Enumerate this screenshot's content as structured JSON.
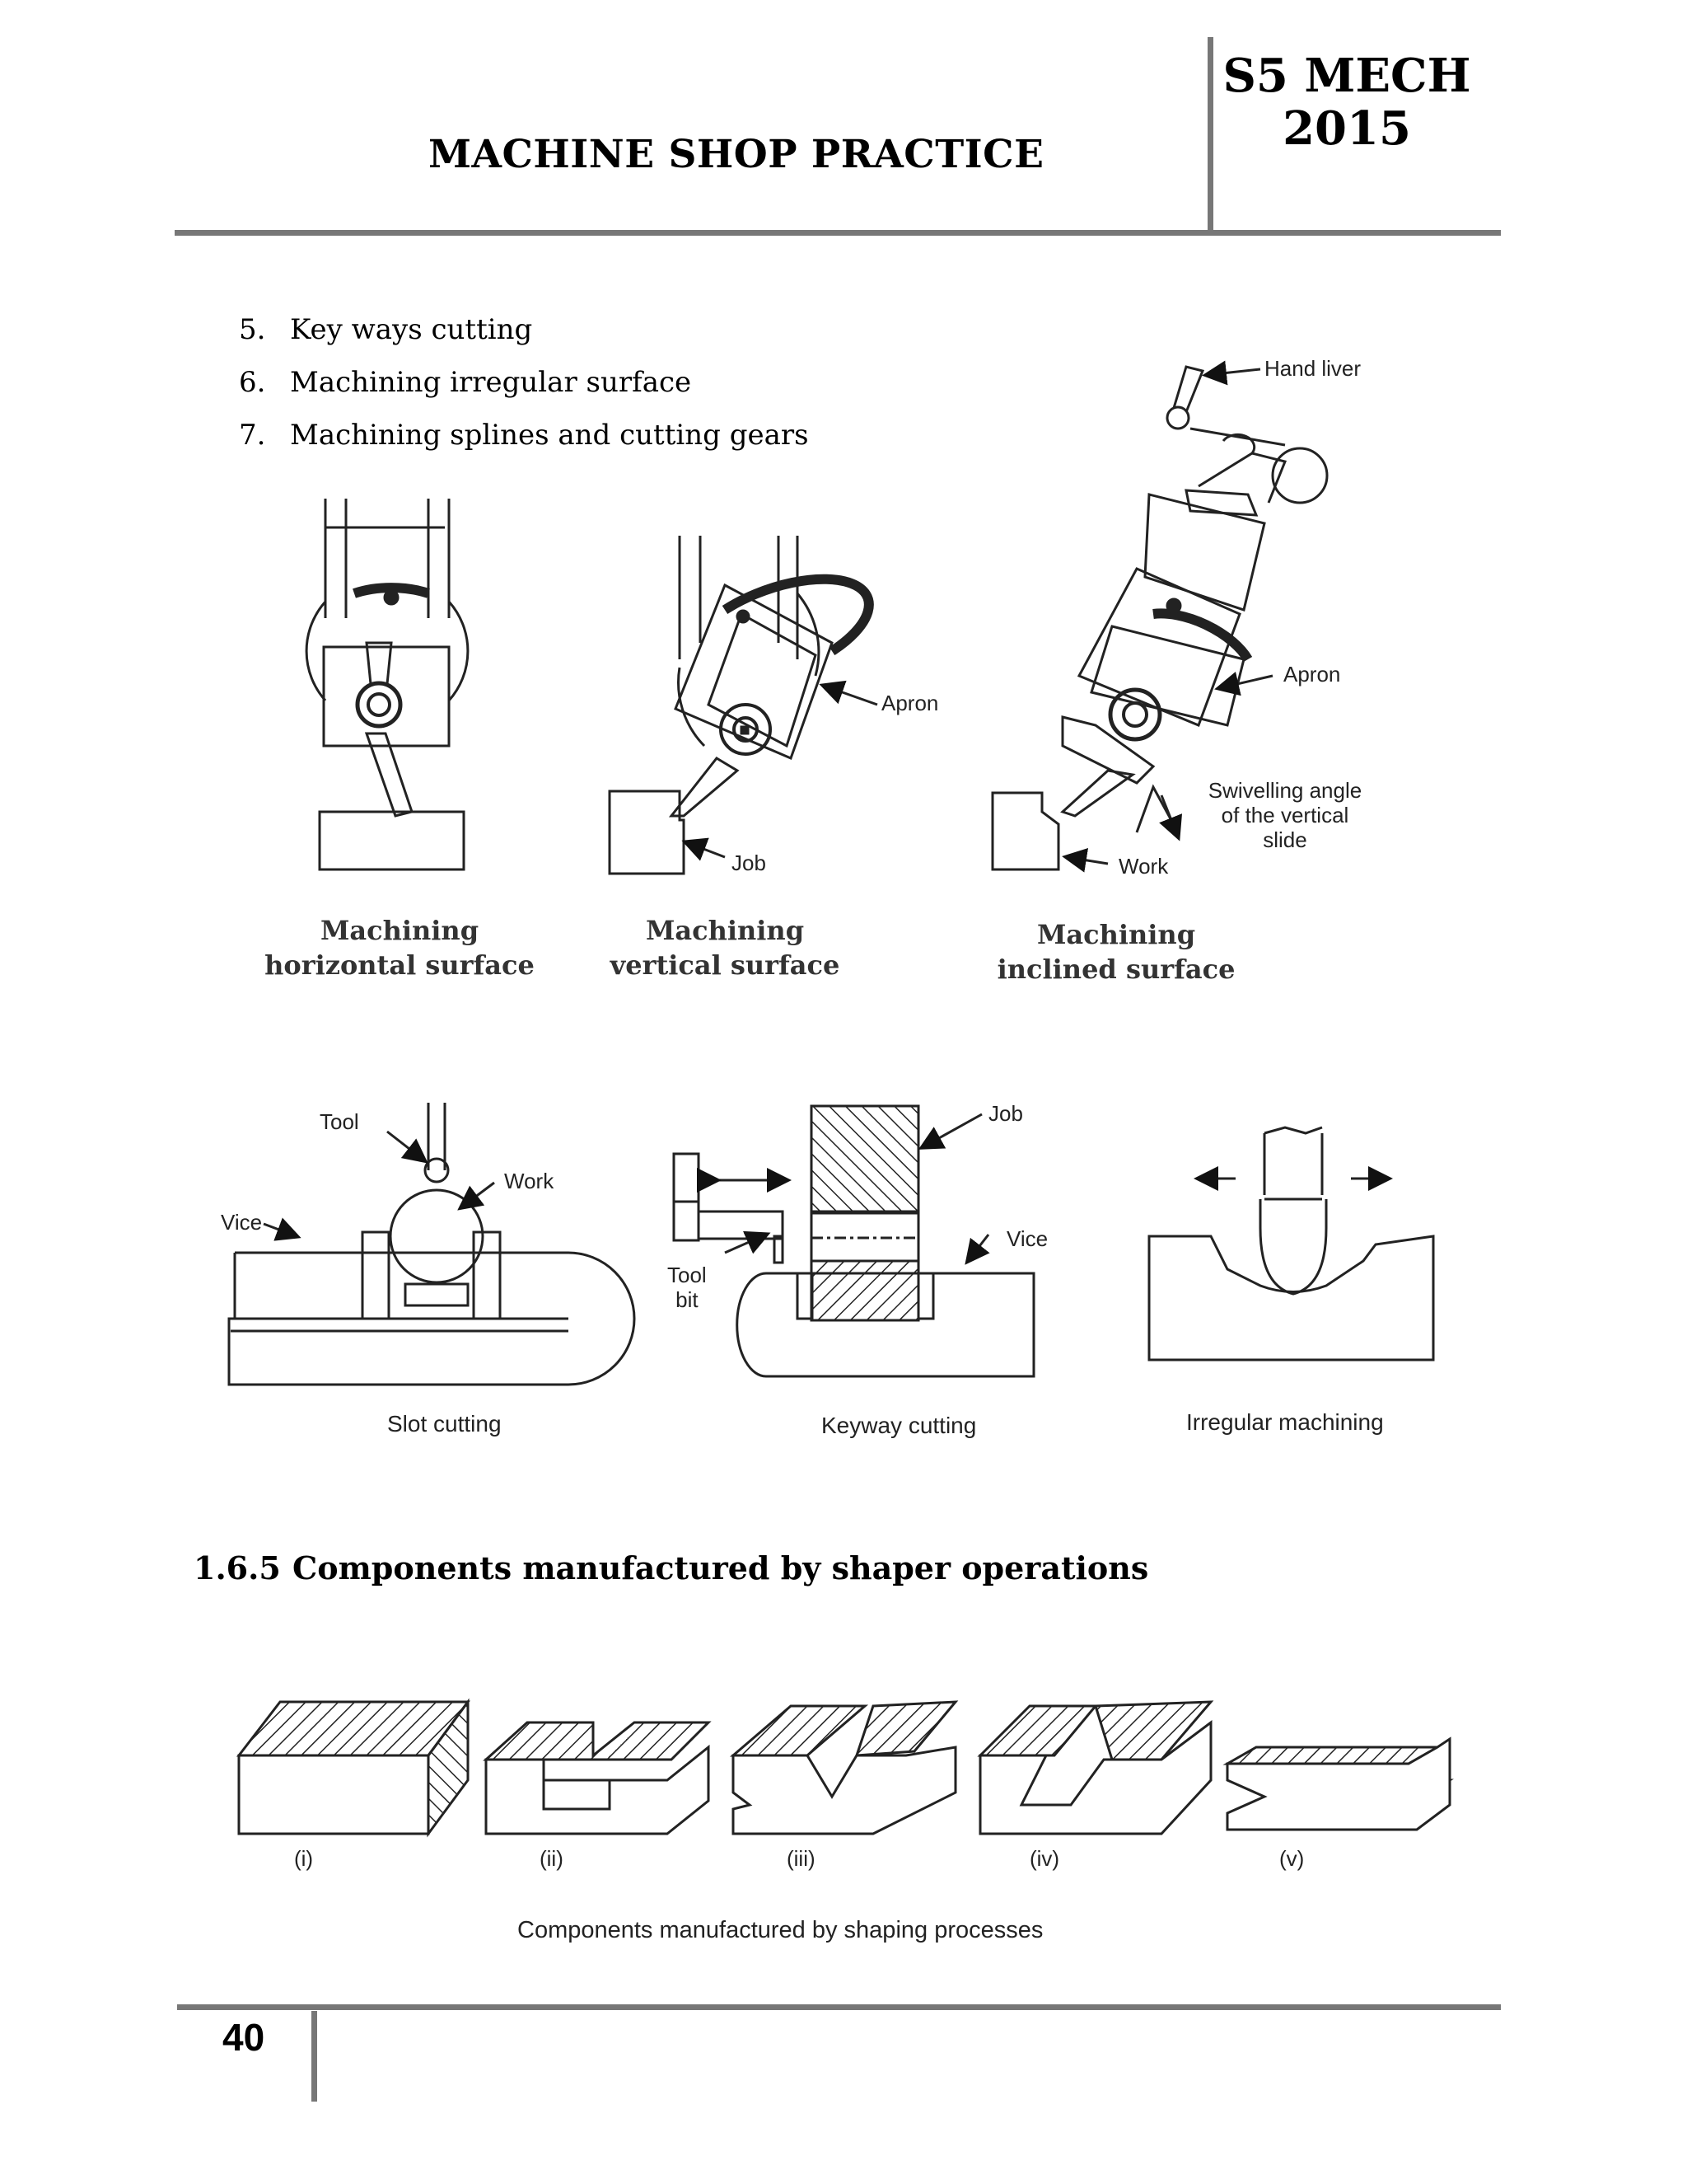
{
  "header": {
    "title": "MACHINE SHOP PRACTICE",
    "code_line1": "S5 MECH",
    "code_line2": "2015"
  },
  "list": [
    {
      "num": "5.",
      "text": "Key ways cutting"
    },
    {
      "num": "6.",
      "text": "Machining irregular surface"
    },
    {
      "num": "7.",
      "text": "Machining splines and cutting gears"
    }
  ],
  "figure_top": {
    "captions": [
      {
        "line1": "Machining",
        "line2": "horizontal surface"
      },
      {
        "line1": "Machining",
        "line2": "vertical surface"
      },
      {
        "line1": "Machining",
        "line2": "inclined surface"
      }
    ],
    "labels": {
      "hand_liver": "Hand liver",
      "apron1": "Apron",
      "apron2": "Apron",
      "job": "Job",
      "work": "Work",
      "swivel1": "Swivelling angle",
      "swivel2": "of the vertical",
      "swivel3": "slide"
    }
  },
  "figure_mid": {
    "captions": [
      "Slot cutting",
      "Keyway cutting",
      "Irregular machining"
    ],
    "labels": {
      "tool": "Tool",
      "work": "Work",
      "vice1": "Vice",
      "job": "Job",
      "vice2": "Vice",
      "toolbit1": "Tool",
      "toolbit2": "bit"
    }
  },
  "section": {
    "number": "1.6.5",
    "title": "Components manufactured by shaper operations"
  },
  "figure_bottom": {
    "numerals": [
      "(i)",
      "(ii)",
      "(iii)",
      "(iv)",
      "(v)"
    ],
    "caption": "Components manufactured by shaping processes"
  },
  "footer": {
    "page_number": "40"
  }
}
